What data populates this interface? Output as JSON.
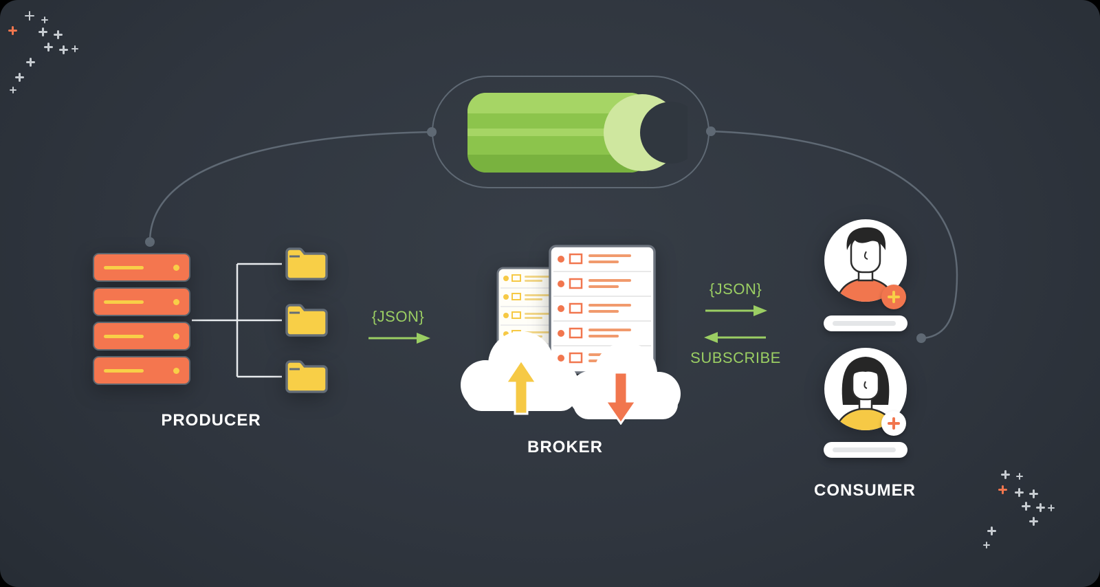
{
  "diagram": {
    "producer": {
      "label": "PRODUCER"
    },
    "broker": {
      "label": "BROKER"
    },
    "consumer": {
      "label": "CONSUMER"
    },
    "edges": {
      "produce_json": "{JSON}",
      "consume_json": "{JSON}",
      "subscribe": "SUBSCRIBE"
    }
  },
  "icons": {
    "log": "commit-log-icon",
    "server": "server-stack-icon",
    "folder": "folder-icon",
    "records_front": "record-list-orange-icon",
    "records_back": "record-list-yellow-icon",
    "cloud_up": "cloud-upload-icon",
    "cloud_down": "cloud-download-icon",
    "user_male": "male-user-avatar-icon",
    "user_female": "female-user-avatar-icon",
    "badge": "add-badge-icon"
  },
  "colors": {
    "background": "#30373f",
    "orange": "#f1764e",
    "yellow": "#f8cf47",
    "green": "#8cc44c",
    "green_text": "#9bce63",
    "connector_gray": "#5f6974",
    "white": "#ffffff"
  }
}
